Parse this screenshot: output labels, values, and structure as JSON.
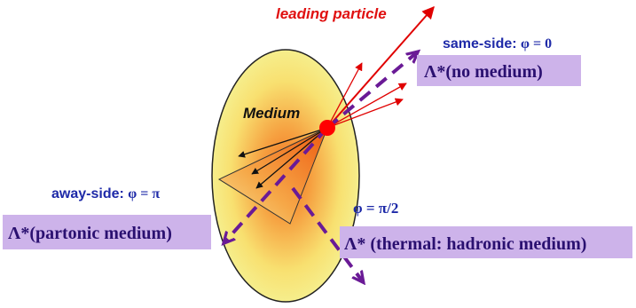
{
  "diagram": {
    "leading_particle_label": "leading particle",
    "medium_label": "Medium",
    "same_side": {
      "label_text": "same-side: ",
      "label_math": "φ = 0",
      "box_text": "Λ*(no medium)"
    },
    "away_side": {
      "label_text": "away-side: ",
      "label_math": "φ = π",
      "box_text": "Λ*(partonic medium)"
    },
    "perpendicular": {
      "label_math": "φ = π/2",
      "box_text": "Λ* (thermal: hadronic medium)"
    },
    "colors": {
      "leading_particle_text": "#e01010",
      "side_label_text": "#1e2aa8",
      "box_fill": "#cdb3ea",
      "box_text": "#2a1070",
      "medium_fill": "#f6ee8c",
      "medium_core": "#f07020",
      "dashed_arrow": "#6a1a96",
      "particle_dot": "#ff0000",
      "jet_lines": "#e00000"
    }
  }
}
